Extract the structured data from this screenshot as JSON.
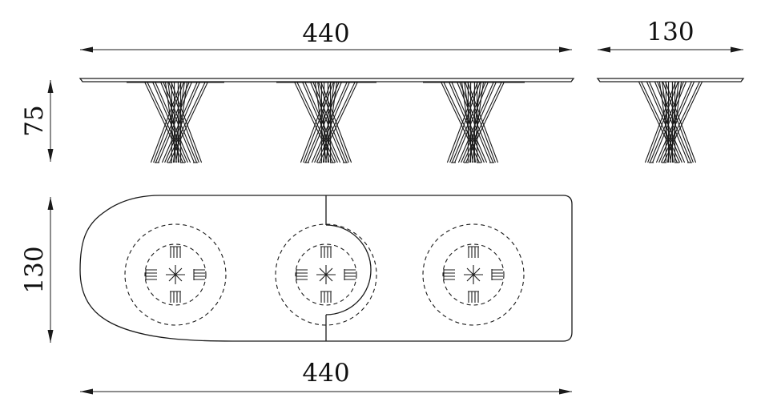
{
  "dimensions": {
    "front_width": "440",
    "side_width": "130",
    "height": "75",
    "plan_depth": "130",
    "plan_width": "440"
  },
  "colors": {
    "line": "#1a1a1a",
    "background": "#ffffff"
  }
}
